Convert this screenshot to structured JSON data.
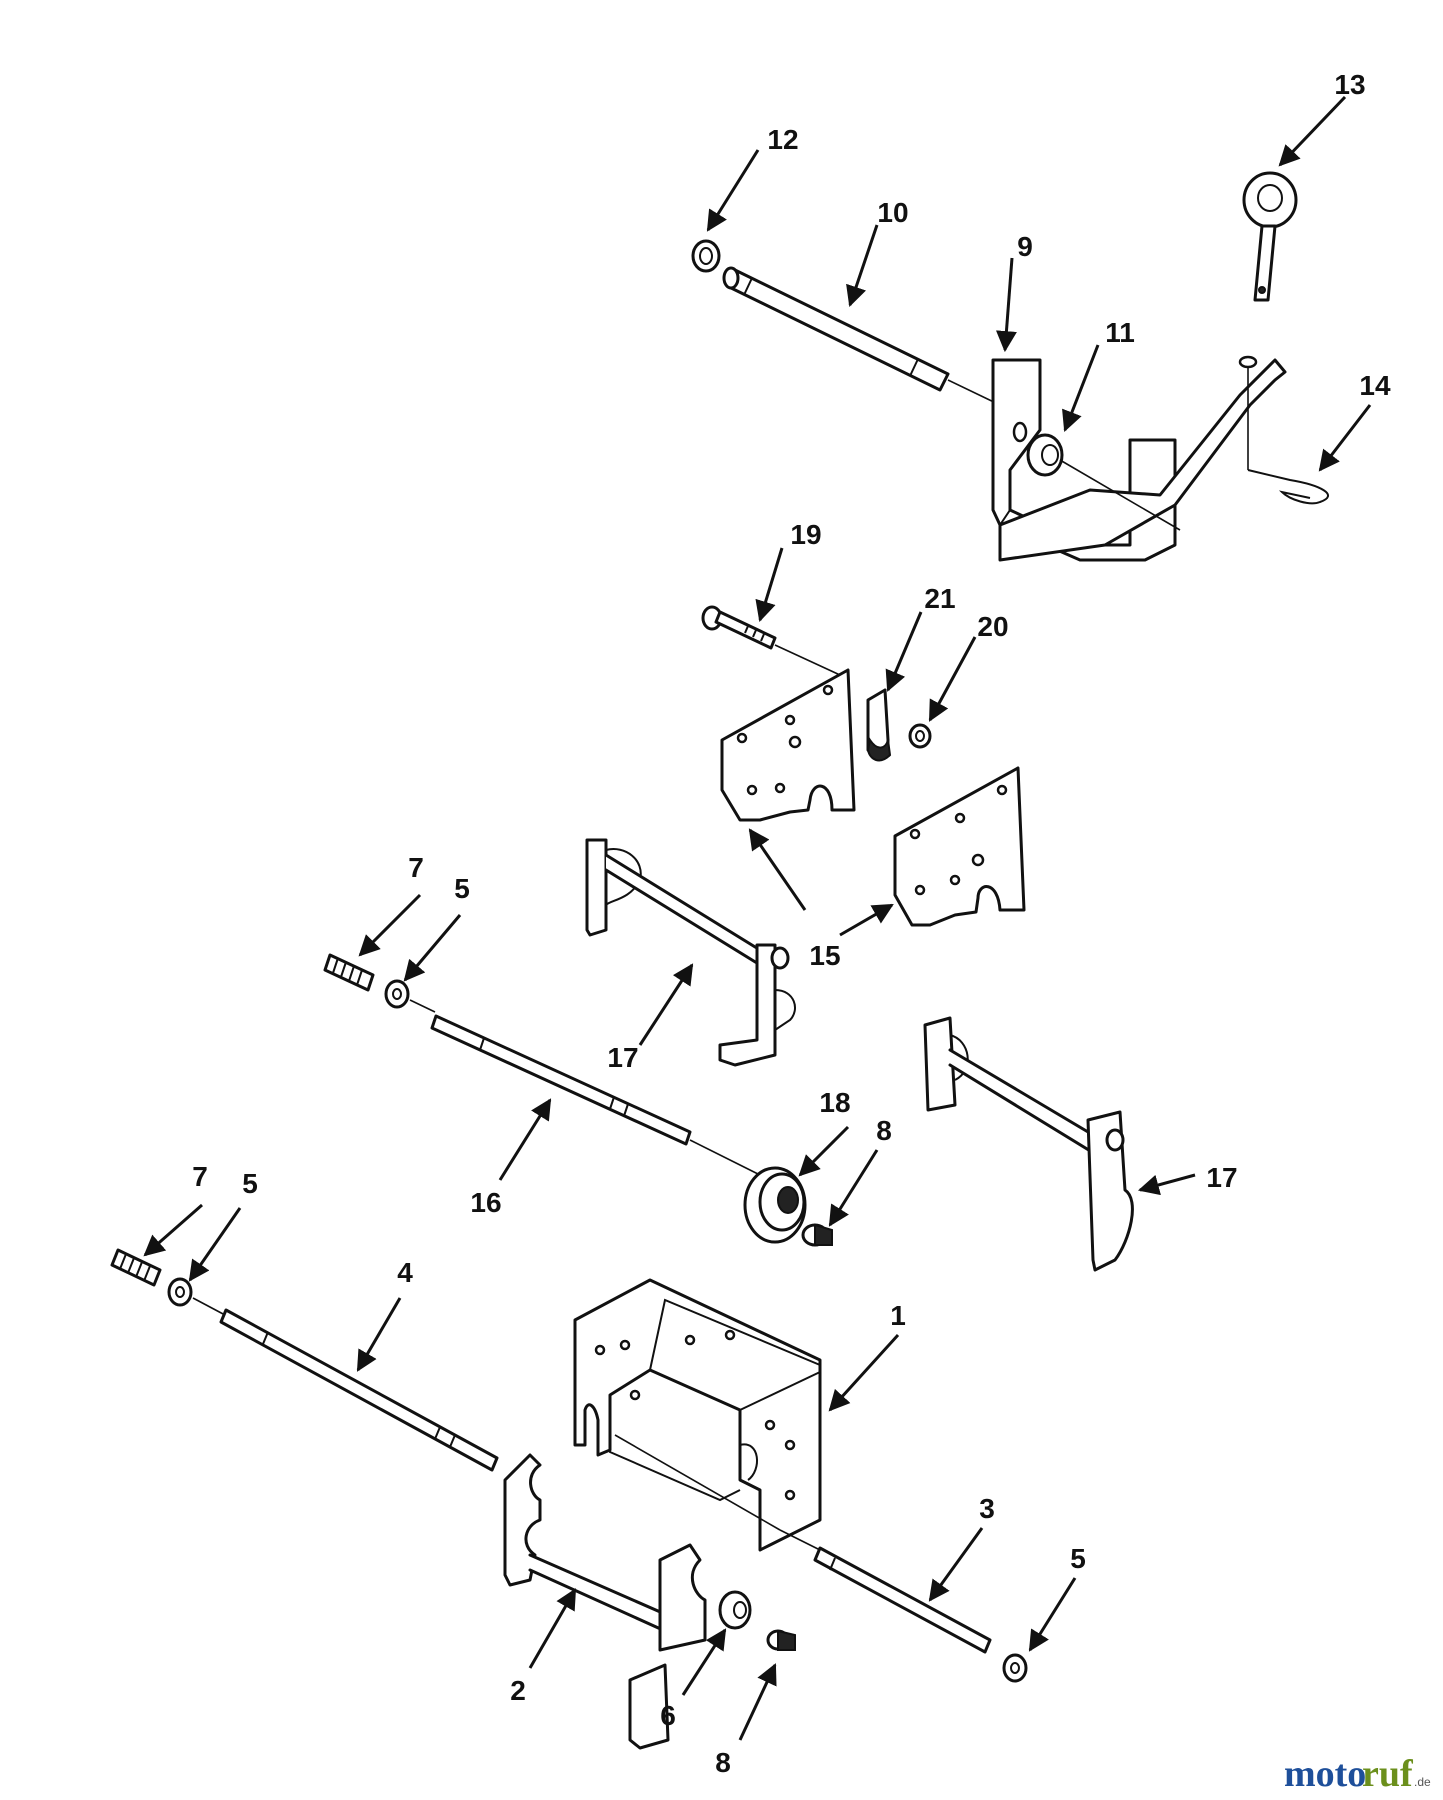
{
  "callouts": [
    {
      "id": "c1",
      "label": "1"
    },
    {
      "id": "c2",
      "label": "2"
    },
    {
      "id": "c3",
      "label": "3"
    },
    {
      "id": "c4",
      "label": "4"
    },
    {
      "id": "c5a",
      "label": "5"
    },
    {
      "id": "c5b",
      "label": "5"
    },
    {
      "id": "c5c",
      "label": "5"
    },
    {
      "id": "c6",
      "label": "6"
    },
    {
      "id": "c7a",
      "label": "7"
    },
    {
      "id": "c7b",
      "label": "7"
    },
    {
      "id": "c8a",
      "label": "8"
    },
    {
      "id": "c8b",
      "label": "8"
    },
    {
      "id": "c9",
      "label": "9"
    },
    {
      "id": "c10",
      "label": "10"
    },
    {
      "id": "c11",
      "label": "11"
    },
    {
      "id": "c12",
      "label": "12"
    },
    {
      "id": "c13",
      "label": "13"
    },
    {
      "id": "c14",
      "label": "14"
    },
    {
      "id": "c15",
      "label": "15"
    },
    {
      "id": "c16",
      "label": "16"
    },
    {
      "id": "c17a",
      "label": "17"
    },
    {
      "id": "c17b",
      "label": "17"
    },
    {
      "id": "c18",
      "label": "18"
    },
    {
      "id": "c19",
      "label": "19"
    },
    {
      "id": "c20",
      "label": "20"
    },
    {
      "id": "c21",
      "label": "21"
    }
  ],
  "watermark": {
    "brand_a": "moto",
    "brand_b": "ruf",
    "suffix": ".de"
  }
}
